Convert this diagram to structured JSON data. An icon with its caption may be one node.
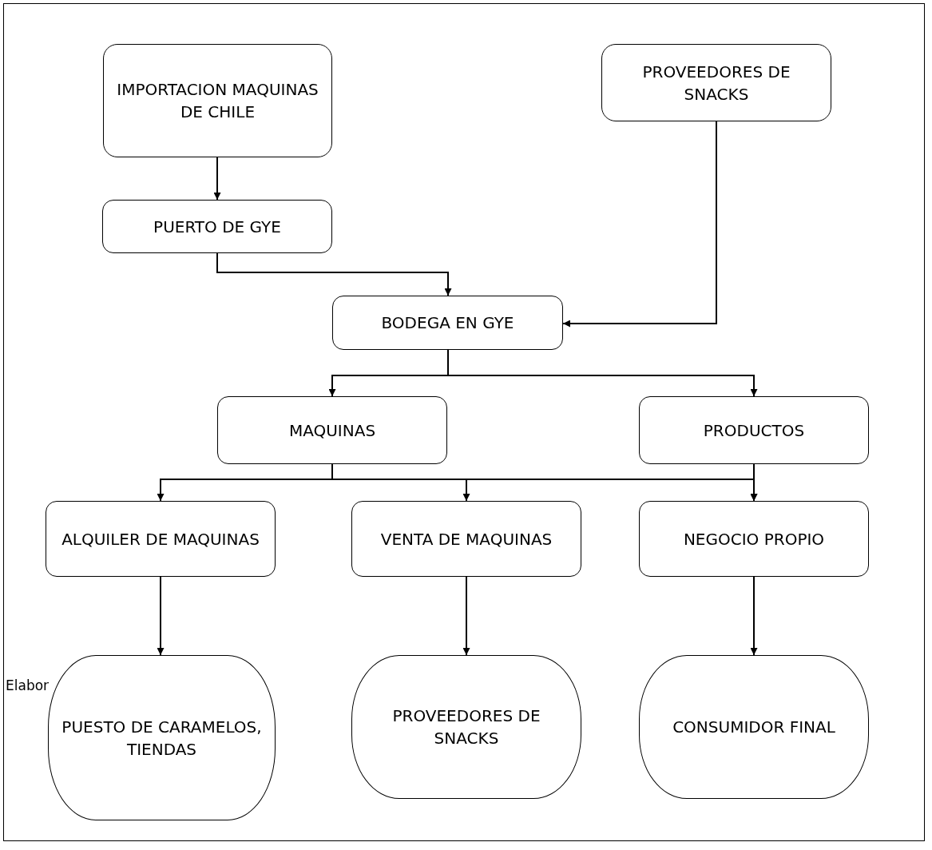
{
  "diagram": {
    "nodes": [
      {
        "text": [
          "IMPORTACION MAQUINAS DE CHILE"
        ]
      },
      {
        "text": [
          "PROVEEDORES DE SNACKS"
        ]
      },
      {
        "text": [
          "PUERTO DE GYE"
        ]
      },
      {
        "text": [
          "BODEGA EN GYE"
        ]
      },
      {
        "text": [
          "MAQUINAS"
        ]
      },
      {
        "text": [
          "PRODUCTOS"
        ]
      },
      {
        "text": [
          "ALQUILER DE MAQUINAS"
        ]
      },
      {
        "text": [
          "VENTA DE MAQUINAS"
        ]
      },
      {
        "text": [
          "NEGOCIO PROPIO"
        ]
      },
      {
        "text": [
          "PUESTO DE CARAMELOS, TIENDAS"
        ]
      },
      {
        "text": [
          "PROVEEDORES DE SNACKS"
        ]
      },
      {
        "text": [
          "CONSUMIDOR FINAL"
        ]
      }
    ],
    "edges": [
      {
        "from": 0,
        "to": 2,
        "arrow": "to"
      },
      {
        "from": 2,
        "to": 3,
        "arrow": "to"
      },
      {
        "from": 1,
        "to": 3,
        "arrow": "to"
      },
      {
        "from": 3,
        "to": 4,
        "arrow": "to"
      },
      {
        "from": 3,
        "to": 5,
        "arrow": "to"
      },
      {
        "from": 4,
        "to": 6,
        "arrow": "to"
      },
      {
        "from": 4,
        "to": 7,
        "arrow": "to"
      },
      {
        "from": 4,
        "to": 8,
        "arrow": "to"
      },
      {
        "from": 5,
        "to": 8,
        "arrow": "to"
      },
      {
        "from": 6,
        "to": 9,
        "arrow": "to"
      },
      {
        "from": 7,
        "to": 10,
        "arrow": "to"
      },
      {
        "from": 8,
        "to": 11,
        "arrow": "to"
      }
    ],
    "labels": [
      "Elabor"
    ]
  }
}
